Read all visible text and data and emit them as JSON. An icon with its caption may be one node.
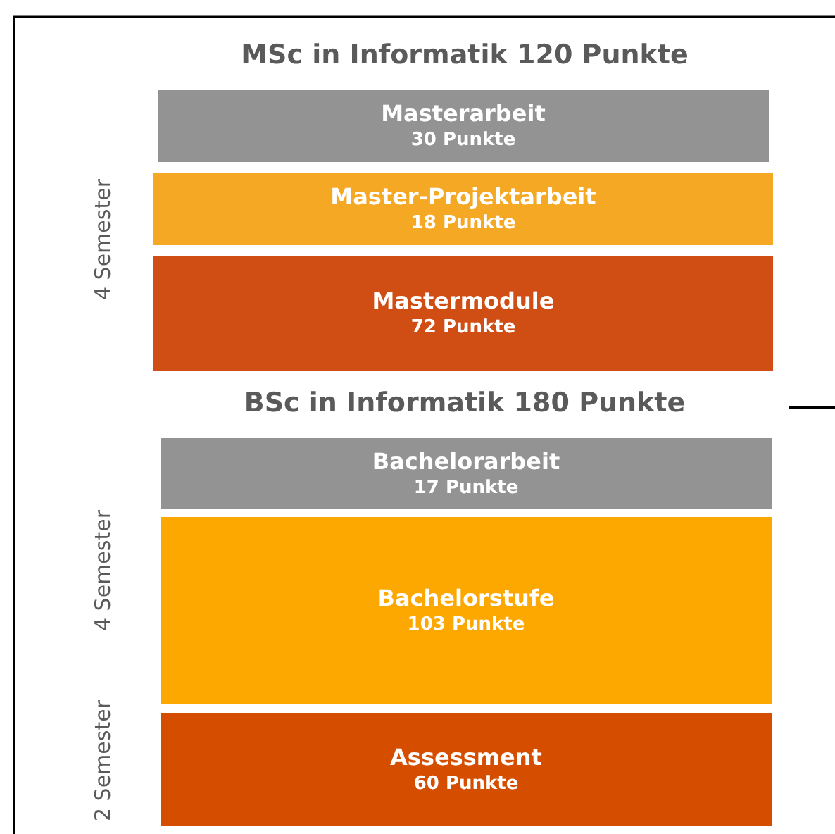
{
  "diagram": {
    "nodes": [
      {
        "text": [
          "Masterarbeit",
          "30 Punkte"
        ]
      },
      {
        "text": [
          "Master-Projektarbeit",
          "18 Punkte"
        ]
      },
      {
        "text": [
          "Mastermodule",
          "72 Punkte"
        ]
      },
      {
        "text": [
          "Bachelorarbeit",
          "17 Punkte"
        ]
      },
      {
        "text": [
          "Bachelorstufe",
          "103 Punkte"
        ]
      },
      {
        "text": [
          "Assessment",
          "60 Punkte"
        ]
      }
    ],
    "labels": [
      "MSc in Informatik 120 Punkte",
      "4 Semester",
      "BSc in Informatik 180 Punkte",
      "4 Semester",
      "2 Semester"
    ]
  }
}
